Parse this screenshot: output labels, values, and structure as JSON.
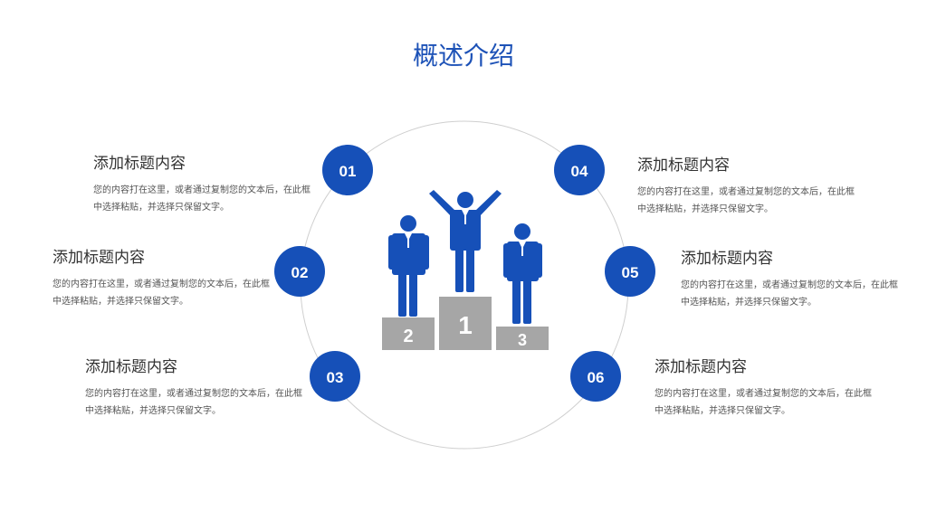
{
  "title": "概述介绍",
  "colors": {
    "accent": "#1650b8",
    "podium": "#a6a6a6",
    "ring": "#cfcfcf"
  },
  "icons": [
    "podium-icon",
    "winner-figure-icon",
    "person-figure-icon"
  ],
  "podium": {
    "first": "1",
    "second": "2",
    "third": "3"
  },
  "items": [
    {
      "num": "01",
      "title": "添加标题内容",
      "body": "您的内容打在这里，或者通过复制您的文本后，在此框中选择粘贴，并选择只保留文字。"
    },
    {
      "num": "02",
      "title": "添加标题内容",
      "body": "您的内容打在这里，或者通过复制您的文本后，在此框中选择粘贴，并选择只保留文字。"
    },
    {
      "num": "03",
      "title": "添加标题内容",
      "body": "您的内容打在这里，或者通过复制您的文本后，在此框中选择粘贴，并选择只保留文字。"
    },
    {
      "num": "04",
      "title": "添加标题内容",
      "body": "您的内容打在这里，或者通过复制您的文本后，在此框中选择粘贴，并选择只保留文字。"
    },
    {
      "num": "05",
      "title": "添加标题内容",
      "body": "您的内容打在这里，或者通过复制您的文本后，在此框中选择粘贴，并选择只保留文字。"
    },
    {
      "num": "06",
      "title": "添加标题内容",
      "body": "您的内容打在这里，或者通过复制您的文本后，在此框中选择粘贴，并选择只保留文字。"
    }
  ]
}
